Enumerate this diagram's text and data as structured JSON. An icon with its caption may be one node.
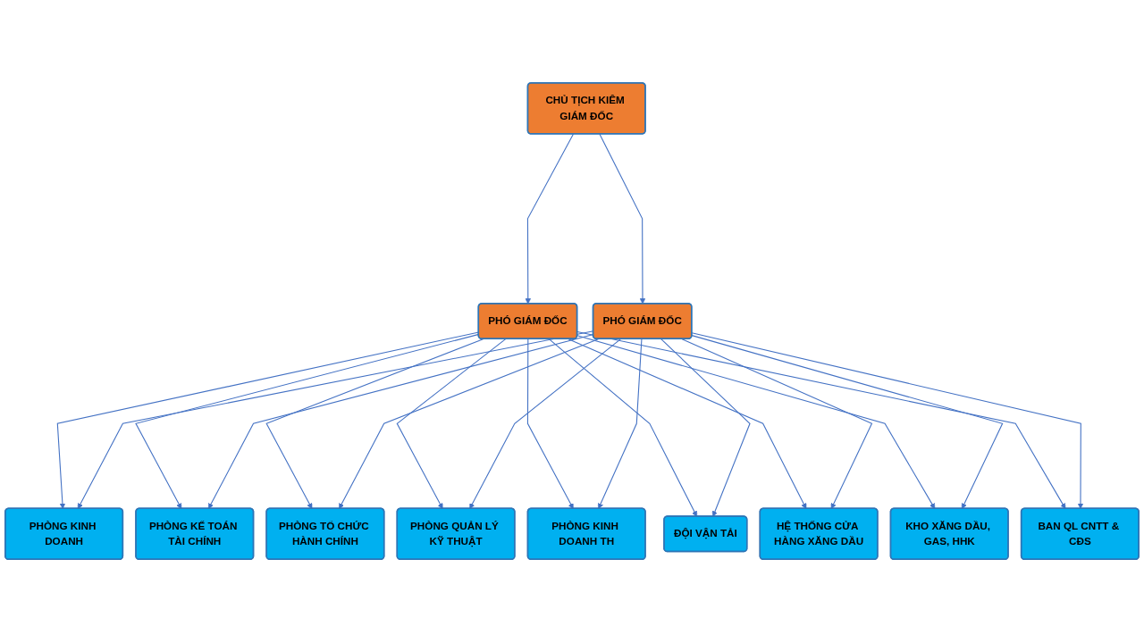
{
  "diagram": {
    "nodes": [
      {
        "text": [
          "CHỦ TỊCH KIÊM GIÁM ĐỐC"
        ]
      },
      {
        "text": [
          "PHÓ GIÁM ĐỐC"
        ]
      },
      {
        "text": [
          "PHÓ GIÁM ĐỐC"
        ]
      },
      {
        "text": [
          "PHÒNG KINH DOANH"
        ]
      },
      {
        "text": [
          "PHÒNG KẾ TOÁN TÀI CHÍNH"
        ]
      },
      {
        "text": [
          "PHÒNG TỔ CHỨC HÀNH CHÍNH"
        ]
      },
      {
        "text": [
          "PHÒNG QUẢN LÝ KỸ THUẬT"
        ]
      },
      {
        "text": [
          "PHÒNG KINH DOANH TH"
        ]
      },
      {
        "text": [
          "ĐỘI VẬN TẢI"
        ]
      },
      {
        "text": [
          "HỆ THỐNG CỬA HÀNG XĂNG DẦU"
        ]
      },
      {
        "text": [
          "KHO XĂNG DẦU, GAS, HHK"
        ]
      },
      {
        "text": [
          "BAN QL CNTT & CĐS"
        ]
      }
    ],
    "edges": [
      {
        "from": 0,
        "to": 1,
        "arrow": "to"
      },
      {
        "from": 0,
        "to": 2,
        "arrow": "to"
      },
      {
        "from": 1,
        "to": 3,
        "arrow": "to"
      },
      {
        "from": 1,
        "to": 4,
        "arrow": "to"
      },
      {
        "from": 1,
        "to": 5,
        "arrow": "to"
      },
      {
        "from": 1,
        "to": 6,
        "arrow": "to"
      },
      {
        "from": 1,
        "to": 7,
        "arrow": "to"
      },
      {
        "from": 1,
        "to": 8,
        "arrow": "to"
      },
      {
        "from": 1,
        "to": 9,
        "arrow": "to"
      },
      {
        "from": 1,
        "to": 10,
        "arrow": "to"
      },
      {
        "from": 1,
        "to": 11,
        "arrow": "to"
      },
      {
        "from": 2,
        "to": 3,
        "arrow": "to"
      },
      {
        "from": 2,
        "to": 4,
        "arrow": "to"
      },
      {
        "from": 2,
        "to": 5,
        "arrow": "to"
      },
      {
        "from": 2,
        "to": 6,
        "arrow": "to"
      },
      {
        "from": 2,
        "to": 7,
        "arrow": "to"
      },
      {
        "from": 2,
        "to": 8,
        "arrow": "to"
      },
      {
        "from": 2,
        "to": 9,
        "arrow": "to"
      },
      {
        "from": 2,
        "to": 10,
        "arrow": "to"
      },
      {
        "from": 2,
        "to": 11,
        "arrow": "to"
      }
    ]
  }
}
